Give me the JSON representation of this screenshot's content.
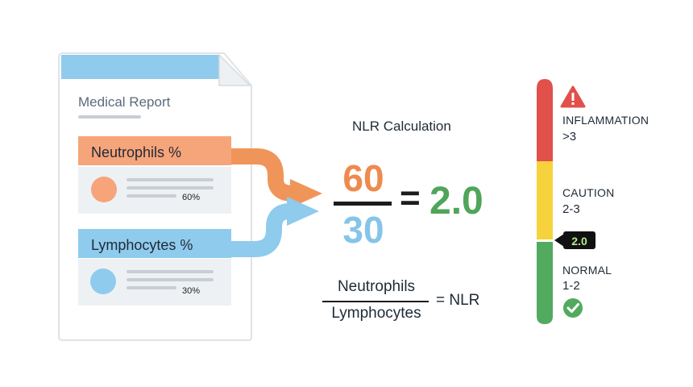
{
  "report": {
    "title": "Medical Report",
    "neutrophils_label": "Neutrophils %",
    "neutrophils_value": "60%",
    "lymphocytes_label": "Lymphocytes %",
    "lymphocytes_value": "30%"
  },
  "calculation": {
    "title": "NLR Calculation",
    "numerator": "60",
    "denominator": "30",
    "equals": "=",
    "result": "2.0",
    "formula_numerator": "Neutrophils",
    "formula_denominator": "Lymphocytes",
    "formula_result": "= NLR"
  },
  "scale": {
    "zones": [
      {
        "name": "INFLAMMATION",
        "range": ">3",
        "color": "#e2504b",
        "icon": "warning-icon"
      },
      {
        "name": "CAUTION",
        "range": "2-3",
        "color": "#f6d23d",
        "icon": ""
      },
      {
        "name": "NORMAL",
        "range": "1-2",
        "color": "#52aa5e",
        "icon": "check-circle-icon"
      }
    ],
    "marker_value": "2.0"
  },
  "colors": {
    "neutrophils": "#f6a47a",
    "lymphocytes": "#8fcbed",
    "result": "#4fa55a",
    "report_header": "#8fcbed"
  }
}
